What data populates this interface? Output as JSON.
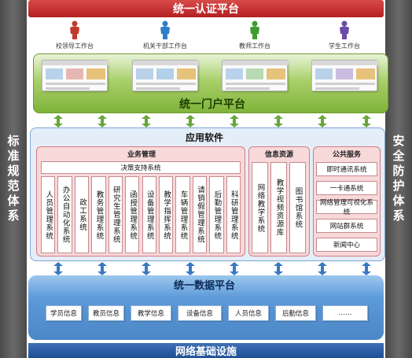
{
  "top": {
    "title": "统一认证平台"
  },
  "left_side": {
    "label": "标准规范体系"
  },
  "right_side": {
    "label": "安全防护体系"
  },
  "portal": {
    "title": "统一门户平台",
    "workstations": [
      {
        "label": "校领导工作台",
        "person_color": "#c0392b"
      },
      {
        "label": "机关干部工作台",
        "person_color": "#2e7dc8"
      },
      {
        "label": "教师工作台",
        "person_color": "#3f9b2f"
      },
      {
        "label": "学生工作台",
        "person_color": "#6b4aa8"
      }
    ]
  },
  "app": {
    "title": "应用软件",
    "business": {
      "title": "业务管理",
      "decision": "决策支持系统",
      "systems": [
        "人员管理系统",
        "办公自动化系统",
        "政工系统",
        "教务管理系统",
        "研究生管理系统",
        "函授管理系统",
        "设备管理系统",
        "教学指挥系统",
        "车辆管理系统",
        "请销假管理系统",
        "后勤管理系统",
        "科研管理系统"
      ]
    },
    "info": {
      "title": "信息资源",
      "systems": [
        "网络教学系统",
        "教学视频资源库",
        "图书馆系统"
      ]
    },
    "public": {
      "title": "公共服务",
      "systems": [
        "即时通讯系统",
        "一卡通系统",
        "网络管理可视化系统",
        "网站群系统",
        "新闻中心"
      ]
    }
  },
  "data_platform": {
    "title": "统一数据平台",
    "items": [
      "学员信息",
      "教员信息",
      "教学信息",
      "设备信息",
      "人员信息",
      "后勤信息",
      "……"
    ]
  },
  "bottom": {
    "title": "网络基础设施"
  }
}
